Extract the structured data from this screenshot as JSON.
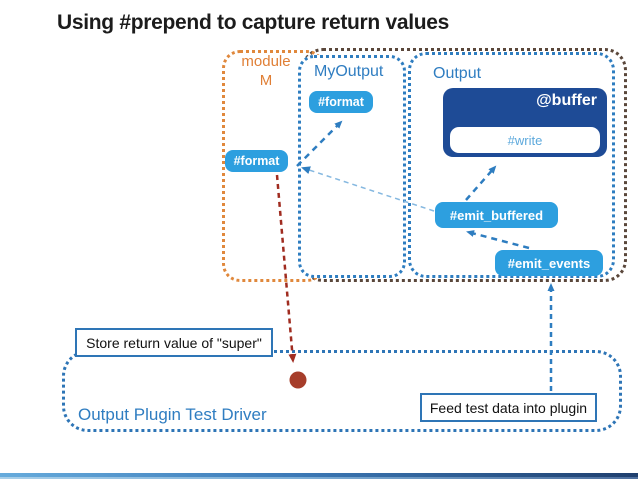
{
  "slide": {
    "title": "Using #prepend to capture return values"
  },
  "diagram": {
    "module_box": {
      "label_line1": "module",
      "label_line2": "M",
      "format_chip": "#format"
    },
    "myoutput_box": {
      "label": "MyOutput",
      "format_chip": "#format"
    },
    "output_box": {
      "label": "Output",
      "buffer_label": "@buffer",
      "write_chip": "#write",
      "emit_buffered_chip": "#emit_buffered",
      "emit_events_chip": "#emit_events"
    },
    "driver_box": {
      "label": "Output Plugin Test Driver"
    },
    "callouts": {
      "store_return": "Store return value of \"super\"",
      "feed_test": "Feed test data into plugin"
    }
  },
  "colors": {
    "chip_blue": "#2d9fdf",
    "buffer_dark_blue": "#1e4b96",
    "label_blue": "#2f7dc1",
    "module_orange": "#e07f35",
    "outer_border_brown": "#5a473b",
    "driver_border_blue": "#2e75b6",
    "return_red": "#a02c20",
    "footer_gradient_start": "#66abdc",
    "footer_gradient_end": "#1f3f6e"
  }
}
